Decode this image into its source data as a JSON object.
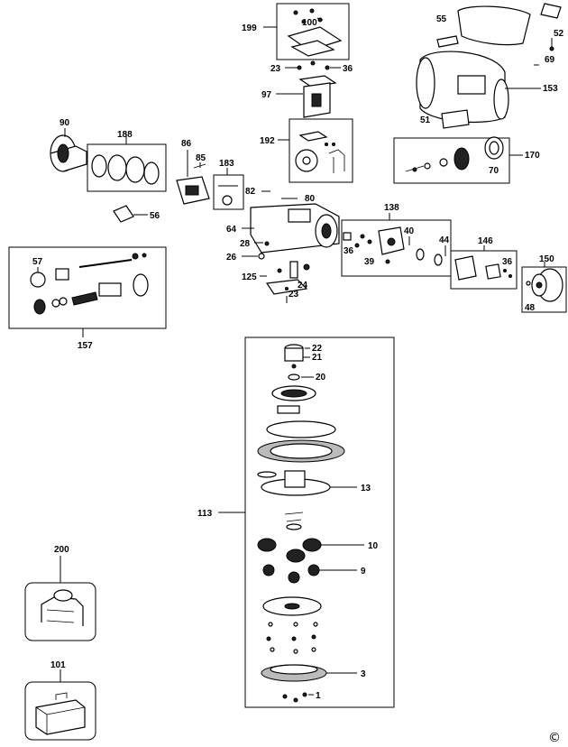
{
  "copyright_symbol": "©",
  "callouts": {
    "p1": "1",
    "p3": "3",
    "p9": "9",
    "p10": "10",
    "p13": "13",
    "p20": "20",
    "p21": "21",
    "p22": "22",
    "p23a": "23",
    "p23b": "23",
    "p24": "24",
    "p26": "26",
    "p28": "28",
    "p36a": "36",
    "p36b": "36",
    "p36c": "36",
    "p39": "39",
    "p40": "40",
    "p44": "44",
    "p48": "48",
    "p51": "51",
    "p52": "52",
    "p55": "55",
    "p56": "56",
    "p57": "57",
    "p64": "64",
    "p69": "69",
    "p70": "70",
    "p80": "80",
    "p82": "82",
    "p85": "85",
    "p86": "86",
    "p90": "90",
    "p97": "97",
    "p100": "100",
    "p101": "101",
    "p113": "113",
    "p125": "125",
    "p138": "138",
    "p146": "146",
    "p150": "150",
    "p153": "153",
    "p157": "157",
    "p170": "170",
    "p183": "183",
    "p188": "188",
    "p192": "192",
    "p199": "199",
    "p200": "200"
  }
}
